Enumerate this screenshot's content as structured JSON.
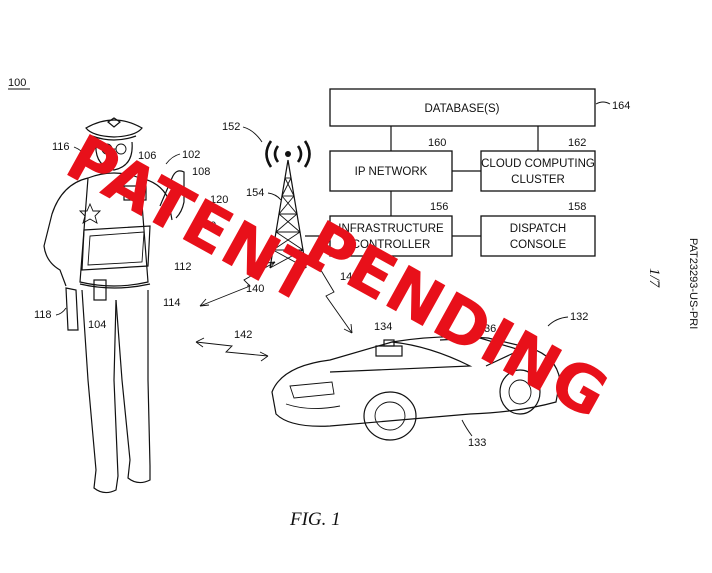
{
  "figure": {
    "fig_number": "100",
    "caption": "FIG. 1",
    "sheet": "1/7",
    "docket": "PAT23293-US-PRI"
  },
  "boxes": {
    "database": {
      "label": "DATABASE(S)",
      "ref": "164"
    },
    "ip_network": {
      "label": "IP NETWORK",
      "ref": "160"
    },
    "cloud": {
      "line1": "CLOUD COMPUTING",
      "line2": "CLUSTER",
      "ref": "162"
    },
    "infra": {
      "line1": "INFRASTRUCTURE",
      "line2": "CONTROLLER",
      "ref": "156"
    },
    "dispatch": {
      "line1": "DISPATCH",
      "line2": "CONSOLE",
      "ref": "158"
    }
  },
  "refs": {
    "r116": "116",
    "r106": "106",
    "r102": "102",
    "r108": "108",
    "r120": "120",
    "r110": "10",
    "r112": "112",
    "r114": "114",
    "r118": "118",
    "r104": "104",
    "r152": "152",
    "r154": "154",
    "r140": "140",
    "r144": "14",
    "r142": "142",
    "r134": "134",
    "r136": "36",
    "r132": "132",
    "r133": "133"
  },
  "watermark": {
    "line1": "PATENT",
    "line2": "PENDING",
    "color": "#e8101a"
  }
}
